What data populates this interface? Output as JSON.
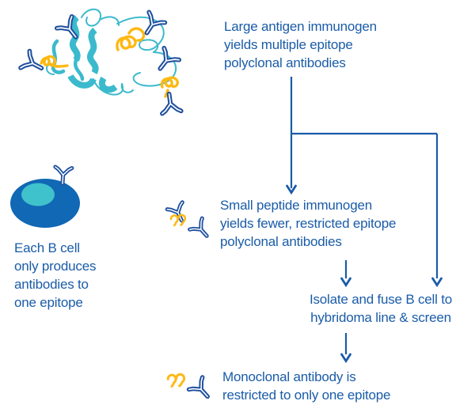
{
  "palette": {
    "background": "#FFFFFF",
    "text_blue": "#1A5CA8",
    "arrow_blue": "#1A5CA8",
    "antibody_navy": "#1E4F9E",
    "teal": "#3CBACD",
    "yellow": "#FDB913",
    "cell_blue": "#1168B4",
    "nucleus_teal": "#40C2CC"
  },
  "captions": {
    "large_antigen": [
      "Large antigen immunogen",
      "yields multiple epitope",
      "polyclonal antibodies"
    ],
    "b_cell": [
      "Each B cell",
      "only produces",
      "antibodies to",
      "one epitope"
    ],
    "small_peptide": [
      "Small peptide immunogen",
      "yields fewer, restricted epitope",
      "polyclonal antibodies"
    ],
    "isolate_fuse": [
      "Isolate and fuse B cell to",
      "hybridoma line & screen"
    ],
    "monoclonal": [
      "Monoclonal antibody is",
      "restricted to only one epitope"
    ]
  },
  "icons": {
    "large_antigen_illustration": "protein-antigen-with-bound-antibodies",
    "b_cell_illustration": "b-cell-with-surface-antibody",
    "small_peptide_illustration": "peptide-helix-with-two-antibodies",
    "monoclonal_illustration": "peptide-helix-with-single-antibody",
    "connectors": "down-arrow-flow-connectors"
  }
}
